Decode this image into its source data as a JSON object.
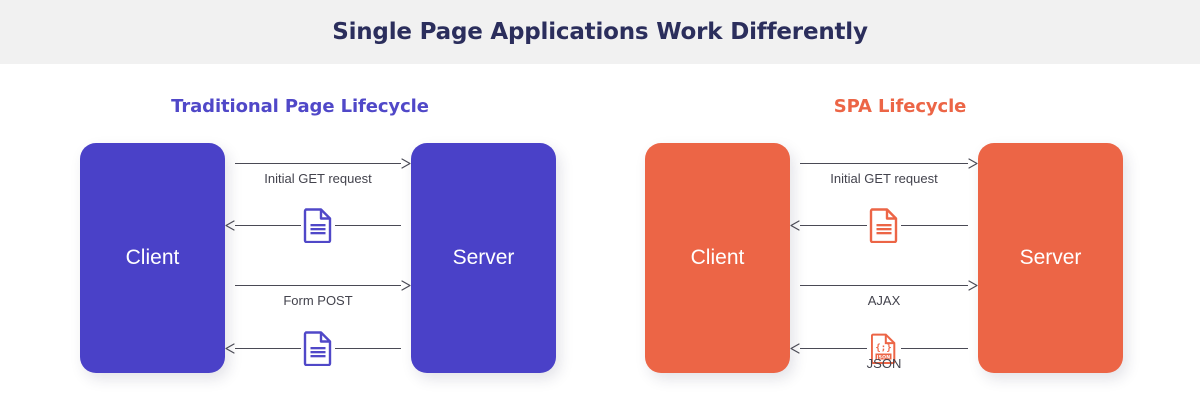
{
  "header": {
    "title": "Single Page Applications Work Differently",
    "background_color": "#f1f1f1",
    "title_color": "#2b2e5c"
  },
  "panels": [
    {
      "id": "traditional",
      "heading": "Traditional Page Lifecycle",
      "heading_color": "#5048c8",
      "accent_color": "#4a41c8",
      "nodes": {
        "client": "Client",
        "server": "Server"
      },
      "flows": [
        {
          "direction": "right",
          "label": "Initial GET request",
          "icon": ""
        },
        {
          "direction": "left",
          "label": "",
          "icon": "document-icon"
        },
        {
          "direction": "right",
          "label": "Form POST",
          "icon": ""
        },
        {
          "direction": "left",
          "label": "",
          "icon": "document-icon"
        }
      ]
    },
    {
      "id": "spa",
      "heading": "SPA Lifecycle",
      "heading_color": "#ec6546",
      "accent_color": "#ec6546",
      "nodes": {
        "client": "Client",
        "server": "Server"
      },
      "flows": [
        {
          "direction": "right",
          "label": "Initial GET request",
          "icon": ""
        },
        {
          "direction": "left",
          "label": "",
          "icon": "document-icon"
        },
        {
          "direction": "right",
          "label": "AJAX",
          "icon": ""
        },
        {
          "direction": "left",
          "label": "JSON",
          "icon": "json-document-icon",
          "icon_text": "JSON"
        }
      ]
    }
  ],
  "colors": {
    "purple": "#4a41c8",
    "orange": "#ec6546",
    "navy": "#2b2e5c",
    "line": "#4a4a55",
    "label": "#43434d",
    "band": "#f1f1f1"
  }
}
